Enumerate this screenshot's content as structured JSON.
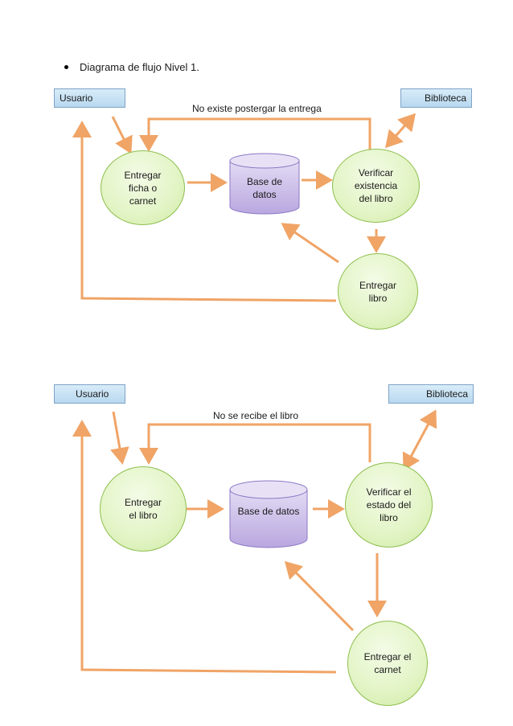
{
  "heading": "Diagrama de flujo Nivel 1.",
  "colors": {
    "arrow": "#f0a466",
    "circle_border": "#8fbf4f",
    "box_fill": "#c8e2f4",
    "db_fill": "#c7b8e6"
  },
  "diagram1": {
    "usuario": "Usuario",
    "biblioteca": "Biblioteca",
    "loop_label": "No existe postergar la entrega",
    "entregar": "Entregar\nficha o\ncarnet",
    "db": "Base de\ndatos",
    "verificar": "Verificar\nexistencia\ndel libro",
    "entregar_final": "Entregar\nlibro"
  },
  "diagram2": {
    "usuario": "Usuario",
    "biblioteca": "Biblioteca",
    "loop_label": "No se recibe el libro",
    "entregar": "Entregar\nel libro",
    "db": "Base de datos",
    "verificar": "Verificar el\nestado del\nlibro",
    "entregar_final": "Entregar el\ncarnet"
  }
}
